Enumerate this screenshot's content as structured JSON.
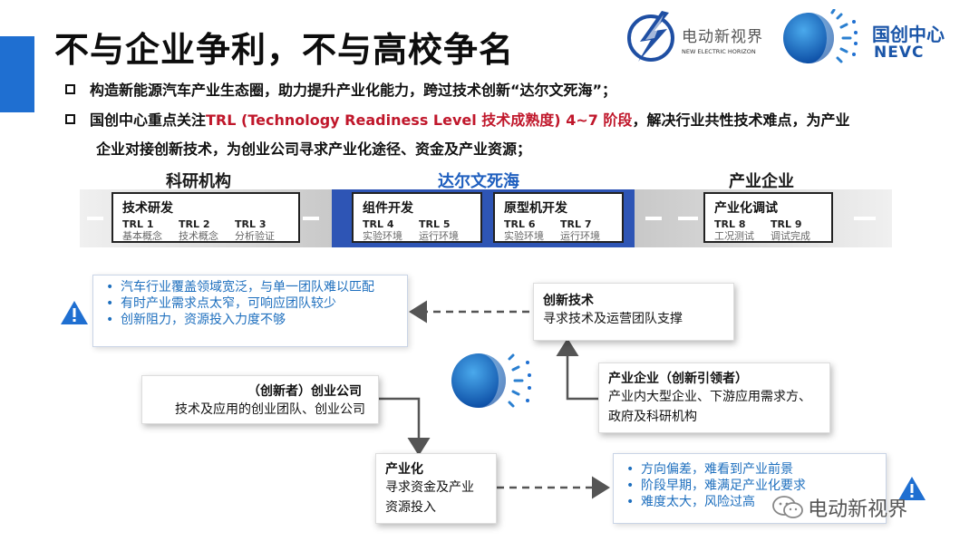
{
  "title": "不与企业争利，不与高校争名",
  "logos": {
    "evh_cn": "电动新视界",
    "evh_en": "NEW ELECTRIC HORIZON",
    "nevc_cn": "国创中心",
    "nevc_en": "NEVC"
  },
  "bullets": [
    {
      "text": "构造新能源汽车产业生态圈，助力提升产业化能力，跨过技术创新“达尔文死海”；"
    },
    {
      "pre": "国创中心重点关注",
      "red": "TRL (Technology Readiness Level 技术成熟度) 4~7 阶段",
      "post": "，解决行业共性技术难点，为产业",
      "line2": "企业对接创新技术，为创业公司寻求产业化途径、资金及产业资源；"
    }
  ],
  "trl": {
    "headers": [
      {
        "label": "科研机构",
        "color": "#1a1a1a"
      },
      {
        "label": "达尔文死海",
        "color": "#1f5fbf"
      },
      {
        "label": "产业企业",
        "color": "#1a1a1a"
      }
    ],
    "stages": [
      {
        "name": "技术研发",
        "levels": [
          {
            "trl": "TRL 1",
            "desc": "基本概念"
          },
          {
            "trl": "TRL 2",
            "desc": "技术概念"
          },
          {
            "trl": "TRL 3",
            "desc": "分析验证"
          }
        ]
      },
      {
        "name": "组件开发",
        "levels": [
          {
            "trl": "TRL 4",
            "desc": "实验环境"
          },
          {
            "trl": "TRL 5",
            "desc": "运行环境"
          }
        ]
      },
      {
        "name": "原型机开发",
        "levels": [
          {
            "trl": "TRL 6",
            "desc": "实验环境"
          },
          {
            "trl": "TRL 7",
            "desc": "运行环境"
          }
        ]
      },
      {
        "name": "产业化调试",
        "levels": [
          {
            "trl": "TRL 8",
            "desc": "工况测试"
          },
          {
            "trl": "TRL 9",
            "desc": "调试完成"
          }
        ]
      }
    ]
  },
  "flow": {
    "innovation": {
      "title": "创新技术",
      "body": "寻求技术及运营团队支撑"
    },
    "enterprise": {
      "title": "产业企业（创新引领者）",
      "body": "产业内大型企业、下游应用需求方、政府及科研机构"
    },
    "startup": {
      "title": "（创新者）创业公司",
      "body": "技术及应用的创业团队、创业公司"
    },
    "industrial": {
      "title": "产业化",
      "body": "寻求资金及产业资源投入"
    },
    "risks_left": [
      "汽车行业覆盖领域宽泛，与单一团队难以匹配",
      "有时产业需求点太窄，可响应团队较少",
      "创新阻力，资源投入力度不够"
    ],
    "risks_right": [
      "方向偏差，难看到产业前景",
      "阶段早期，难满足产业化要求",
      "难度太大，风险过高"
    ]
  },
  "watermark": "电动新视界",
  "colors": {
    "accent": "#1f6fd1",
    "red": "#c0172b",
    "blue_text": "#1e6fbe",
    "band_blue": "#2e55b5",
    "band_gray": "#d6d6d6"
  }
}
